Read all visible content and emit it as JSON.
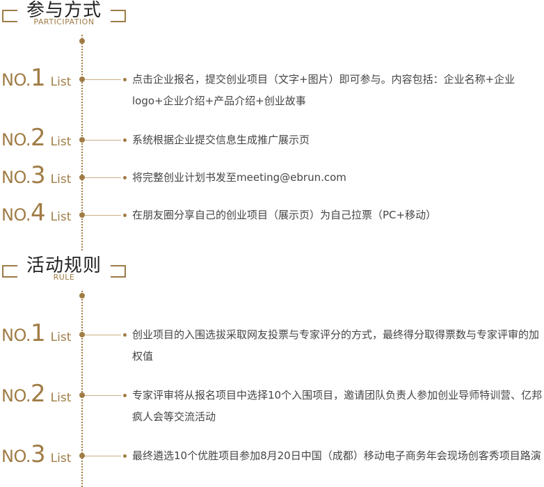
{
  "sections": [
    {
      "title": "参与方式",
      "subtitle": "PARTICIPATION",
      "items": [
        {
          "prefix": "NO.",
          "number": "1",
          "suffix": "List",
          "text": "点击企业报名，提交创业项目（文字+图片）即可参与。内容包括：企业名称+企业logo+企业介绍+产品介绍+创业故事"
        },
        {
          "prefix": "NO.",
          "number": "2",
          "suffix": "List",
          "text": "系统根据企业提交信息生成推广展示页"
        },
        {
          "prefix": "NO.",
          "number": "3",
          "suffix": "List",
          "text": "将完整创业计划书发至meeting@ebrun.com"
        },
        {
          "prefix": "NO.",
          "number": "4",
          "suffix": "List",
          "text": "在朋友圈分享自己的创业项目（展示页）为自己拉票（PC+移动）"
        }
      ]
    },
    {
      "title": "活动规则",
      "subtitle": "RULE",
      "items": [
        {
          "prefix": "NO.",
          "number": "1",
          "suffix": "List",
          "text": "创业项目的入围选拔采取网友投票与专家评分的方式，最终得分取得票数与专家评审的加权值"
        },
        {
          "prefix": "NO.",
          "number": "2",
          "suffix": "List",
          "text": "专家评审将从报名项目中选择10个入围项目，邀请团队负责人参加创业导师特训营、亿邦疯人会等交流活动"
        },
        {
          "prefix": "NO.",
          "number": "3",
          "suffix": "List",
          "text": "最终遴选10个优胜项目参加8月20日中国（成都）移动电子商务年会现场创客秀项目路演"
        }
      ]
    }
  ],
  "colors": {
    "accent": "#a07c45",
    "text": "#444444",
    "title": "#222222"
  }
}
